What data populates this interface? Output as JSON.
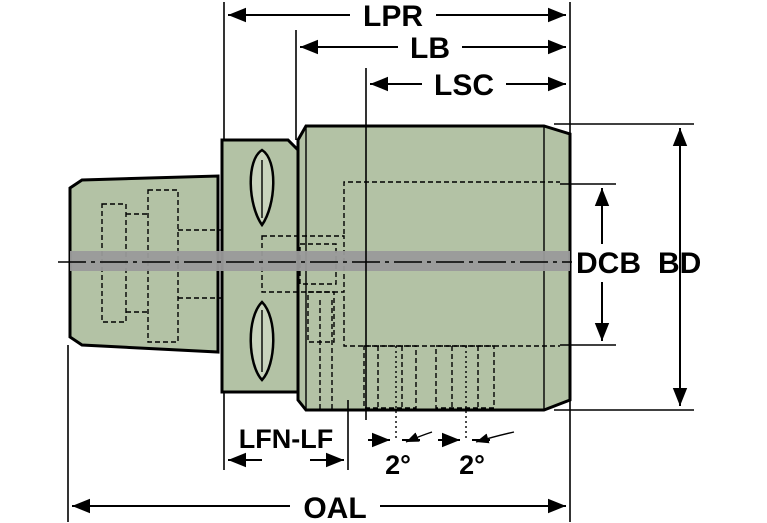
{
  "dimensions": {
    "lpr": "LPR",
    "lb": "LB",
    "lsc": "LSC",
    "dcb": "DCB",
    "bd": "BD",
    "lfn_lf": "LFN-LF",
    "oal": "OAL",
    "angle_left": "2°",
    "angle_right": "2°"
  },
  "colors": {
    "body": "#b3c2a5",
    "bore": "#9a9a9a",
    "outline": "#000000"
  }
}
